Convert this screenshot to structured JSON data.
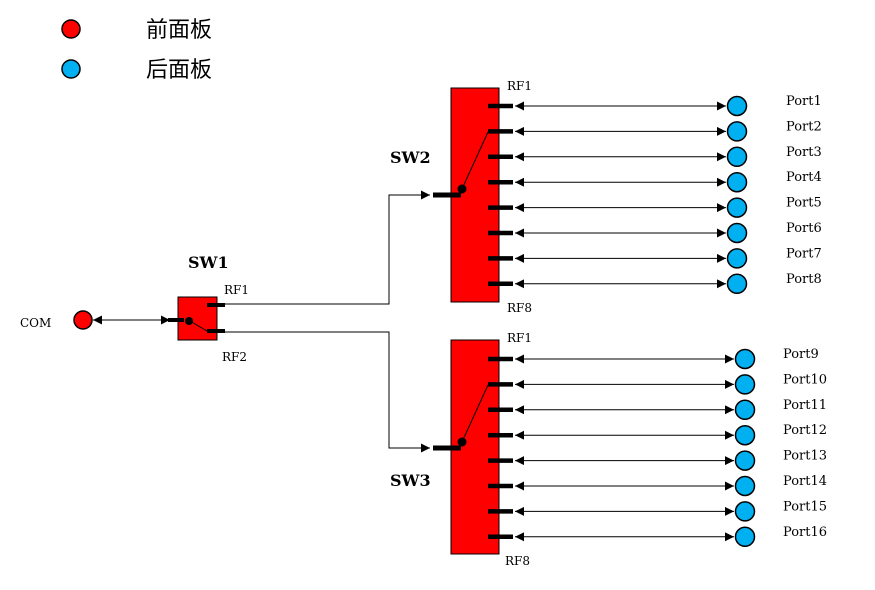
{
  "legend": [
    {
      "label": "前面板",
      "color": "#ff0000"
    },
    {
      "label": "后面板",
      "color": "#00b0f0"
    }
  ],
  "colors": {
    "switch_fill": "#ff0000",
    "front_port": "#ff0000",
    "rear_port": "#00b0f0",
    "line": "#000000"
  },
  "com": {
    "label": "COM"
  },
  "sw1": {
    "title": "SW1",
    "rf1": "RF1",
    "rf2": "RF2"
  },
  "sw2": {
    "title": "SW2",
    "rf_first": "RF1",
    "rf_last": "RF8",
    "ports": [
      "Port1",
      "Port2",
      "Port3",
      "Port4",
      "Port5",
      "Port6",
      "Port7",
      "Port8"
    ]
  },
  "sw3": {
    "title": "SW3",
    "rf_first": "RF1",
    "rf_last": "RF8",
    "ports": [
      "Port9",
      "Port10",
      "Port11",
      "Port12",
      "Port13",
      "Port14",
      "Port15",
      "Port16"
    ]
  }
}
